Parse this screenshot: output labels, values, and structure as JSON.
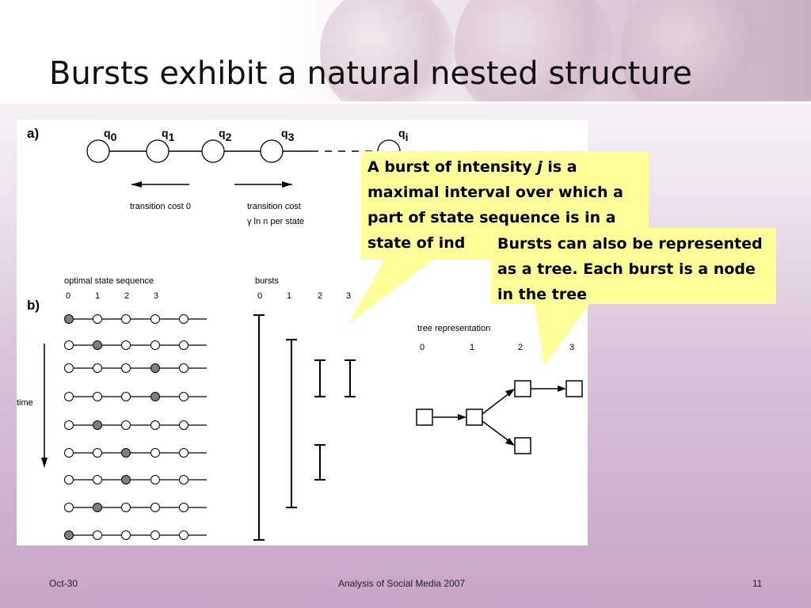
{
  "slide": {
    "title": "Bursts exhibit a natural nested structure",
    "footer_left": "Oct-30",
    "footer_center": "Analysis of Social Media 2007",
    "footer_right": "11"
  },
  "figure": {
    "panel_a_label": "a)",
    "panel_b_label": "b)",
    "states_a": [
      "q",
      "q",
      "q",
      "q",
      "q"
    ],
    "states_a_sub": [
      "0",
      "1",
      "2",
      "3",
      "i"
    ],
    "transition_left": "transition cost 0",
    "transition_right_1": "transition cost",
    "transition_right_2": "γ ln n per state",
    "optimal_label": "optimal state sequence",
    "optimal_cols": [
      "0",
      "1",
      "2",
      "3"
    ],
    "bursts_label": "bursts",
    "bursts_cols": [
      "0",
      "1",
      "2",
      "3"
    ],
    "time_label": "time",
    "tree_label": "tree representation",
    "tree_cols": [
      "0",
      "1",
      "2",
      "3"
    ],
    "state_sequence": [
      0,
      1,
      3,
      3,
      1,
      2,
      2,
      1,
      0
    ]
  },
  "callouts": {
    "c1_part1": "A burst of intensity ",
    "c1_italic": "j",
    "c1_part2": " is a maximal interval over which a part of state sequence is in a state of ind",
    "c2": "Bursts can also be represented as a tree.  Each burst is a node in the tree"
  },
  "colors": {
    "callout_bg": "#ffff99",
    "filled_state": "#808080"
  }
}
